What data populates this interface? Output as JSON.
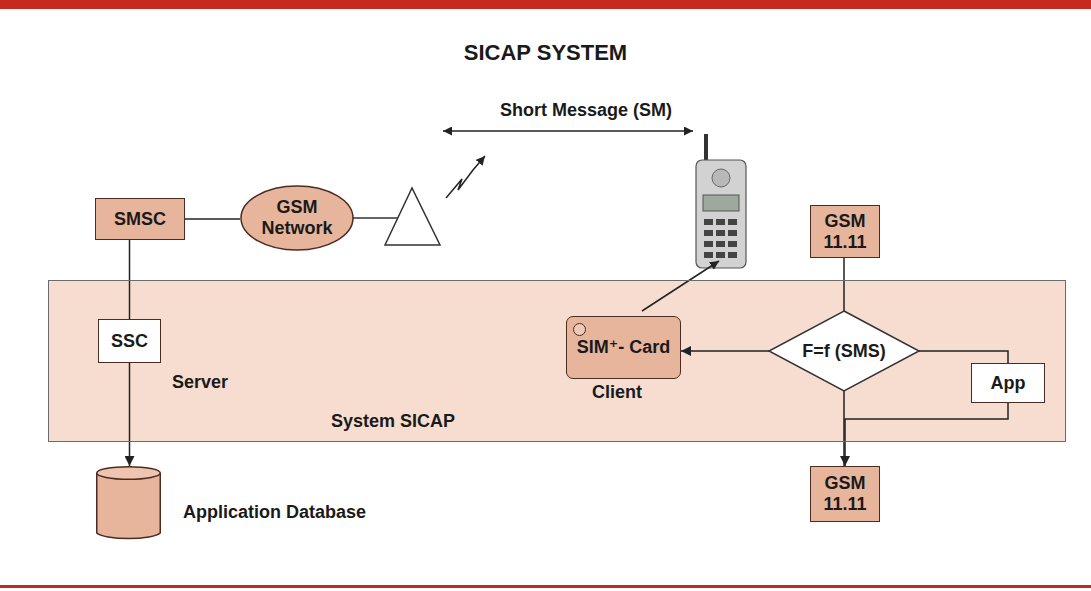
{
  "diagram": {
    "title": "SICAP SYSTEM",
    "nodes": [
      {
        "text": [
          "SMSC"
        ]
      },
      {
        "text": [
          "GSM Network"
        ]
      },
      {
        "text": [
          "GSM 11.11"
        ]
      },
      {
        "text": [
          "System SICAP"
        ]
      },
      {
        "text": [
          "SSC"
        ],
        "in": 3
      },
      {
        "text": [
          "SIM⁺- Card"
        ],
        "in": 3
      },
      {
        "text": [
          "F=f (SMS)"
        ],
        "in": 3
      },
      {
        "text": [
          "App"
        ],
        "in": 3
      },
      {
        "text": [
          "GSM 11.11"
        ]
      },
      {
        "text": [
          "Application Database"
        ]
      }
    ],
    "edges": [
      {
        "from": 0,
        "to": 1,
        "arrow": "none"
      },
      {
        "from": 0,
        "to": 4,
        "arrow": "none"
      },
      {
        "from": 4,
        "to": 9,
        "arrow": "to"
      },
      {
        "from": 2,
        "to": 6,
        "arrow": "none"
      },
      {
        "from": 6,
        "to": 5,
        "arrow": "to"
      },
      {
        "from": 6,
        "to": 7,
        "arrow": "none"
      },
      {
        "from": 6,
        "to": 8,
        "arrow": "none"
      },
      {
        "from": 7,
        "to": 8,
        "arrow": "to"
      }
    ],
    "labels": [
      "Short Message (SM)",
      "Server",
      "Client"
    ]
  }
}
